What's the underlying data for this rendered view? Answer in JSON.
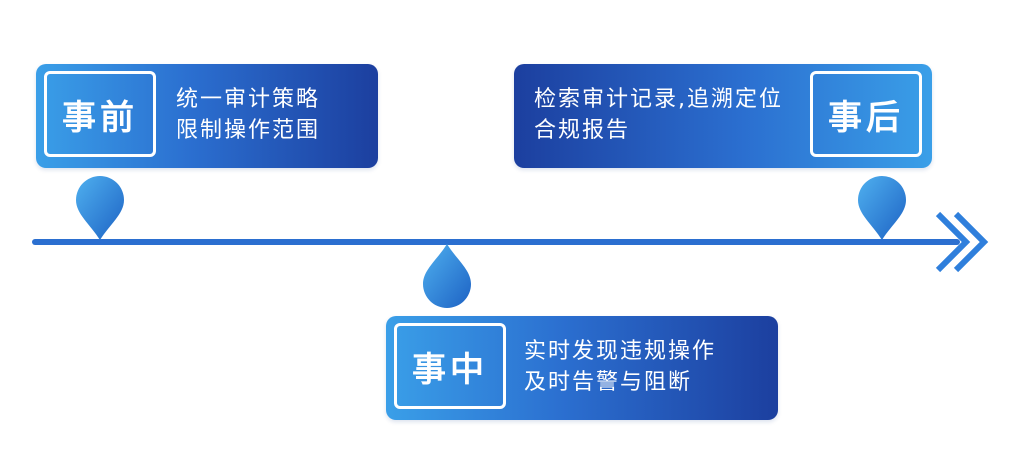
{
  "stages": [
    {
      "tag": "事前",
      "lines": [
        "统一审计策略",
        "限制操作范围"
      ]
    },
    {
      "tag": "事中",
      "lines": [
        "实时发现违规操作",
        "及时告警与阻断"
      ]
    },
    {
      "tag": "事后",
      "lines": [
        "检索审计记录,追溯定位",
        "合规报告"
      ]
    }
  ],
  "colors": {
    "line": "#2b6fd0",
    "card_light": "#3a9fe8",
    "card_dark": "#1c3f9f",
    "pin": "#3a9fe8"
  }
}
